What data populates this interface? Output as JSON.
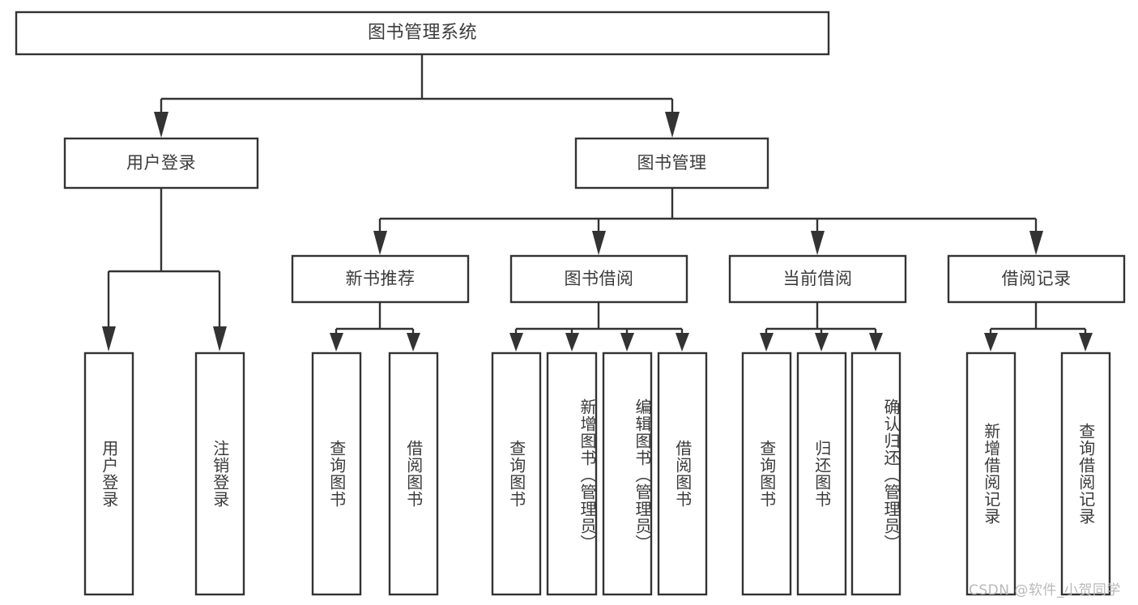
{
  "diagram": {
    "title": "图书管理系统",
    "type": "tree",
    "watermark": "CSDN @软件_小贺同学",
    "colors": {
      "stroke": "#333333",
      "fill": "#ffffff",
      "text": "#3b3b3b",
      "watermark": "#b9b9b9",
      "background": "#ffffff"
    },
    "levels": {
      "root": [
        "图书管理系统"
      ],
      "level2": [
        "用户登录",
        "图书管理"
      ],
      "level3": [
        "新书推荐",
        "图书借阅",
        "当前借阅",
        "借阅记录"
      ],
      "leaves": [
        "用户登录",
        "注销登录",
        "查询图书",
        "借阅图书",
        "查询图书",
        "新增图书（管理员）",
        "编辑图书（管理员）",
        "借阅图书",
        "查询图书",
        "归还图书",
        "确认归还（管理员）",
        "新增借阅记录",
        "查询借阅记录"
      ]
    }
  },
  "nodes": {
    "root": {
      "label": "图书管理系统"
    },
    "user_login": {
      "label": "用户登录"
    },
    "book_mgmt": {
      "label": "图书管理"
    },
    "new_book_rec": {
      "label": "新书推荐"
    },
    "book_borrow": {
      "label": "图书借阅"
    },
    "current_borrow": {
      "label": "当前借阅"
    },
    "borrow_record": {
      "label": "借阅记录"
    },
    "leaf_user_login": {
      "label": "用户登录"
    },
    "leaf_logout": {
      "label": "注销登录"
    },
    "leaf_query_book_a": {
      "label": "查询图书"
    },
    "leaf_borrow_book_a": {
      "label": "借阅图书"
    },
    "leaf_query_book_b": {
      "label": "查询图书"
    },
    "leaf_add_book": {
      "label": "新增图书（管理员）"
    },
    "leaf_edit_book": {
      "label": "编辑图书（管理员）"
    },
    "leaf_borrow_book_b": {
      "label": "借阅图书"
    },
    "leaf_query_book_c": {
      "label": "查询图书"
    },
    "leaf_return_book": {
      "label": "归还图书"
    },
    "leaf_confirm_return": {
      "label": "确认归还（管理员）"
    },
    "leaf_add_record": {
      "label": "新增借阅记录"
    },
    "leaf_query_record": {
      "label": "查询借阅记录"
    }
  },
  "footer": {
    "watermark": "CSDN @软件_小贺同学"
  }
}
